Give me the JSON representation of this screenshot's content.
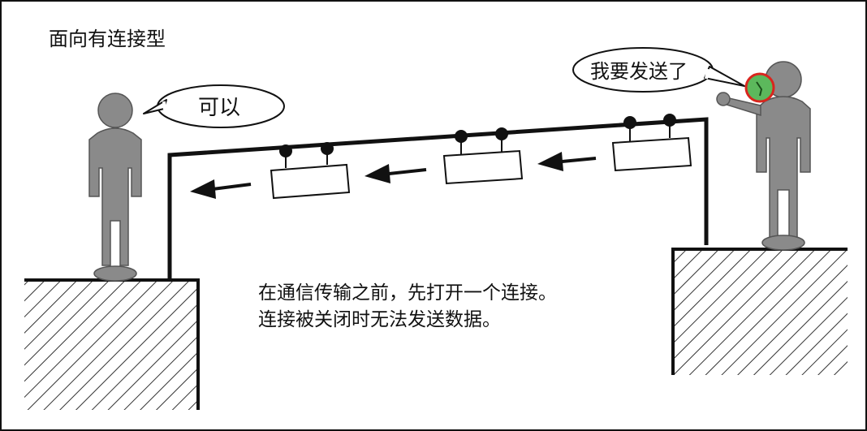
{
  "title": "面向有连接型",
  "left_speech": "可以",
  "right_speech": "我要发送了",
  "caption": {
    "line1": "在通信传输之前，先打开一个连接。",
    "line2": "连接被关闭时无法发送数据。"
  },
  "colors": {
    "figure": "#8a8a8a",
    "line": "#111111",
    "cursor_fill": "#5cb85c",
    "cursor_ring": "#d9251d"
  }
}
